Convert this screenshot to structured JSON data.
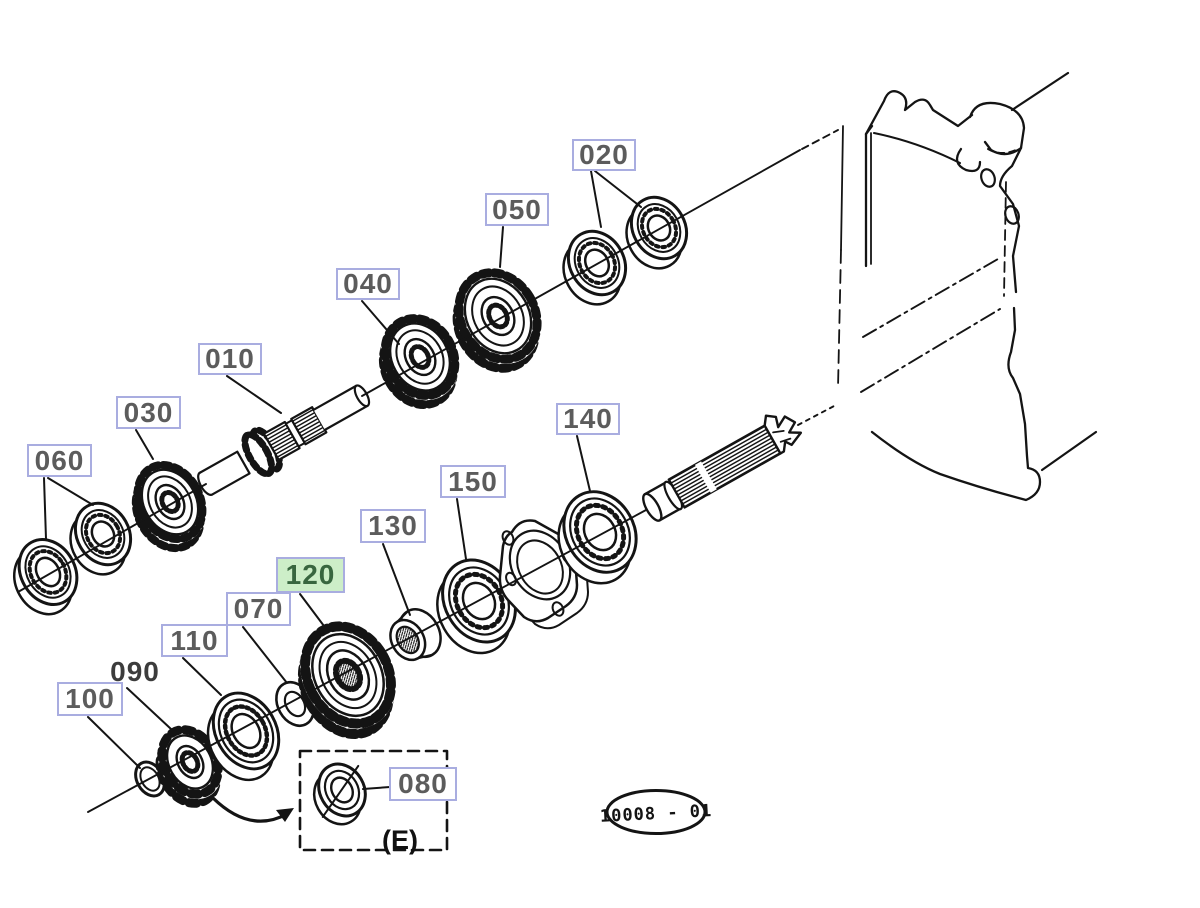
{
  "figure": {
    "stamp_text": "10008 - 01",
    "inset_label": "(E)"
  },
  "labels": {
    "n010": {
      "text": "010"
    },
    "n020": {
      "text": "020"
    },
    "n030": {
      "text": "030"
    },
    "n040": {
      "text": "040"
    },
    "n050": {
      "text": "050"
    },
    "n060": {
      "text": "060"
    },
    "n070": {
      "text": "070"
    },
    "n080": {
      "text": "080"
    },
    "n090": {
      "text": "090"
    },
    "n100": {
      "text": "100"
    },
    "n110": {
      "text": "110"
    },
    "n120": {
      "text": "120",
      "highlighted": true
    },
    "n130": {
      "text": "130"
    },
    "n140": {
      "text": "140"
    },
    "n150": {
      "text": "150"
    }
  },
  "colors": {
    "label_border": "#a9ade0",
    "label_text": "#5c5c5c",
    "highlight_bg": "#cdeec8",
    "highlight_text": "#38663f",
    "line": "#141414"
  }
}
